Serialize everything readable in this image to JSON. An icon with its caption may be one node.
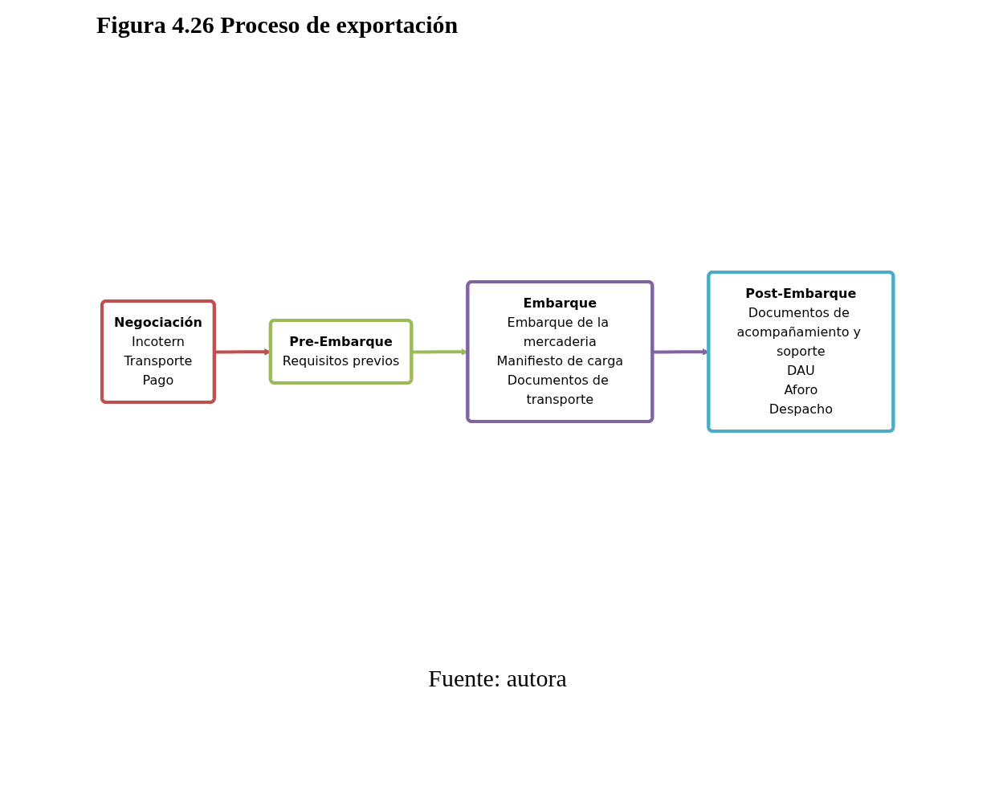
{
  "diagram": {
    "title": "Figura 4.26 Proceso de exportación",
    "caption": "Fuente: autora",
    "nodes": [
      {
        "text": [
          "Negociación",
          "Incotern",
          "Transporte",
          "Pago"
        ]
      },
      {
        "text": [
          "Pre-Embarque",
          "Requisitos previos"
        ]
      },
      {
        "text": [
          "Embarque",
          "Embarque de la mercaderia",
          "Manifiesto de carga",
          "Documentos de transporte"
        ]
      },
      {
        "text": [
          "Post-Embarque",
          "Documentos de acompañamiento y soporte",
          "DAU",
          "Aforo",
          "Despacho"
        ]
      }
    ],
    "edges": [
      {
        "from": 0,
        "to": 1,
        "arrow": "to",
        "color": "#c0504d"
      },
      {
        "from": 1,
        "to": 2,
        "arrow": "to",
        "color": "#9bbb59"
      },
      {
        "from": 2,
        "to": 3,
        "arrow": "to",
        "color": "#8064a2"
      }
    ]
  }
}
